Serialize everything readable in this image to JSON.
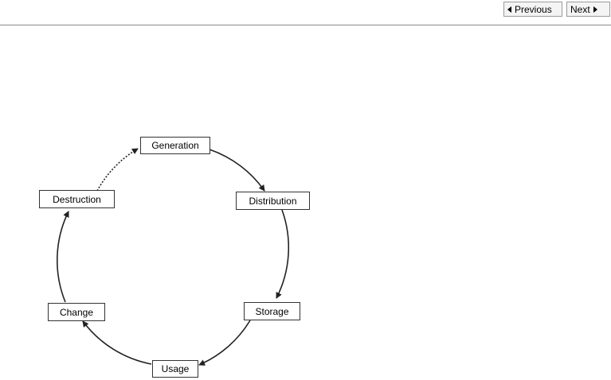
{
  "nav": {
    "previous_label": "Previous",
    "next_label": "Next",
    "previous_icon": "triangle-left-icon",
    "next_icon": "triangle-right-icon"
  },
  "diagram": {
    "nodes": [
      {
        "id": "generation",
        "label": "Generation"
      },
      {
        "id": "distribution",
        "label": "Distribution"
      },
      {
        "id": "storage",
        "label": "Storage"
      },
      {
        "id": "usage",
        "label": "Usage"
      },
      {
        "id": "change",
        "label": "Change"
      },
      {
        "id": "destruction",
        "label": "Destruction"
      }
    ],
    "edges": [
      {
        "from": "generation",
        "to": "distribution",
        "style": "solid"
      },
      {
        "from": "distribution",
        "to": "storage",
        "style": "solid"
      },
      {
        "from": "storage",
        "to": "usage",
        "style": "solid"
      },
      {
        "from": "usage",
        "to": "change",
        "style": "solid"
      },
      {
        "from": "change",
        "to": "destruction",
        "style": "solid"
      },
      {
        "from": "destruction",
        "to": "generation",
        "style": "dotted"
      }
    ]
  }
}
